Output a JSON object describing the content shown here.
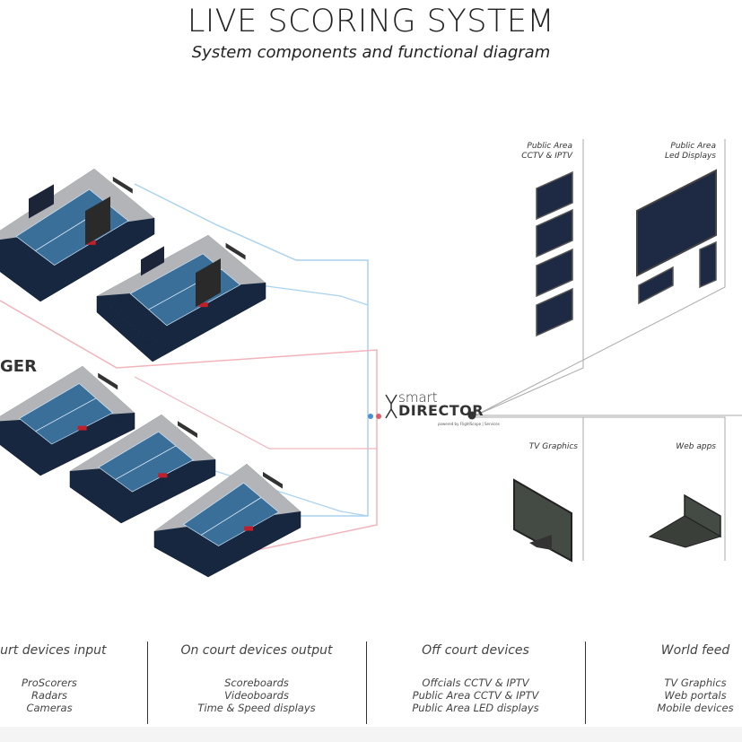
{
  "header": {
    "title": "LIVE SCORING SYSTEM",
    "subtitle": "System components and functional diagram"
  },
  "hub": {
    "line1": "smart",
    "line2": "DIRECTOR",
    "powered_by": "powered by FlightScope | Services"
  },
  "left_logo": {
    "text": "GER"
  },
  "devices": {
    "cctv": "Public Area\nCCTV & IPTV",
    "led": "Public Area\nLed Displays",
    "tv": "TV Graphics",
    "web": "Web apps"
  },
  "columns": [
    {
      "heading": "ourt devices input",
      "items": [
        "ProScorers",
        "Radars",
        "Cameras"
      ]
    },
    {
      "heading": "On court devices output",
      "items": [
        "Scoreboards",
        "Videoboards",
        "Time & Speed displays"
      ]
    },
    {
      "heading": "Off court devices",
      "items": [
        "Offcials CCTV & IPTV",
        "Public Area CCTV & IPTV",
        "Public Area LED displays"
      ]
    },
    {
      "heading": "World feed",
      "items": [
        "TV Graphics",
        "Web portals",
        "Mobile devices"
      ]
    }
  ],
  "colors": {
    "input_line": "#a9d2ee",
    "output_line": "#f2b3bb",
    "court_base": "#16273f",
    "court_blue": "#3a6f9a",
    "deck": "#c4c4c4",
    "device_red": "#c0202a"
  }
}
